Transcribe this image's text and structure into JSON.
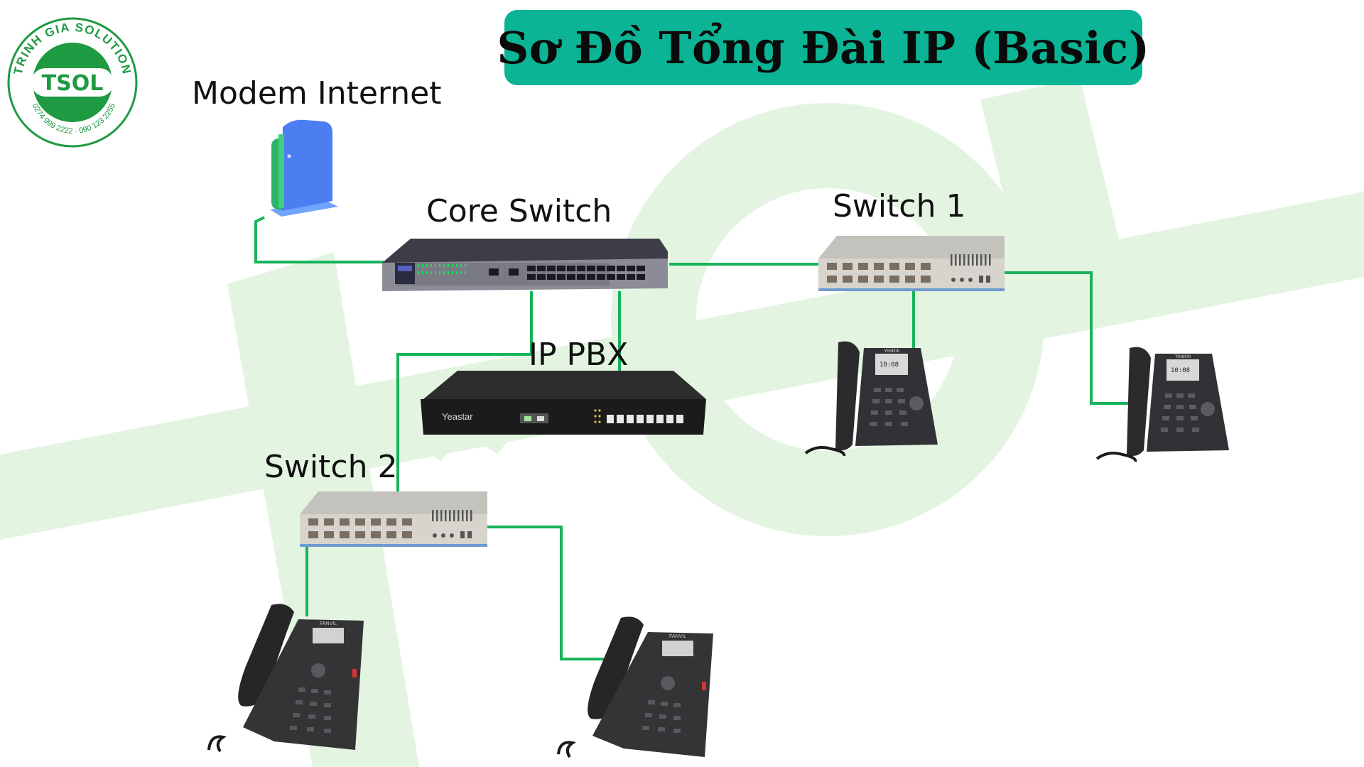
{
  "title": "Sơ Đồ Tổng Đài IP (Basic)",
  "logo": {
    "ring_text": "TRINH GIA SOLUTION",
    "monogram": "TSOL",
    "phones": "0274 999 2222 · 090 123 2255"
  },
  "nodes": {
    "modem": "Modem Internet",
    "core_switch": "Core Switch",
    "switch_1": "Switch 1",
    "switch_2": "Switch 2",
    "ip_pbx": "IP PBX"
  },
  "device_branding": {
    "pbx_brand": "Yeastar",
    "phone_brand_top": "Yealink",
    "phone_brand_bottom": "FANVIL",
    "phone_screen_time": "10:08"
  },
  "colors": {
    "banner": "#0ab494",
    "link": "#18b35a",
    "watermark": "#e3f5e1",
    "logo_green": "#1e9a42"
  }
}
